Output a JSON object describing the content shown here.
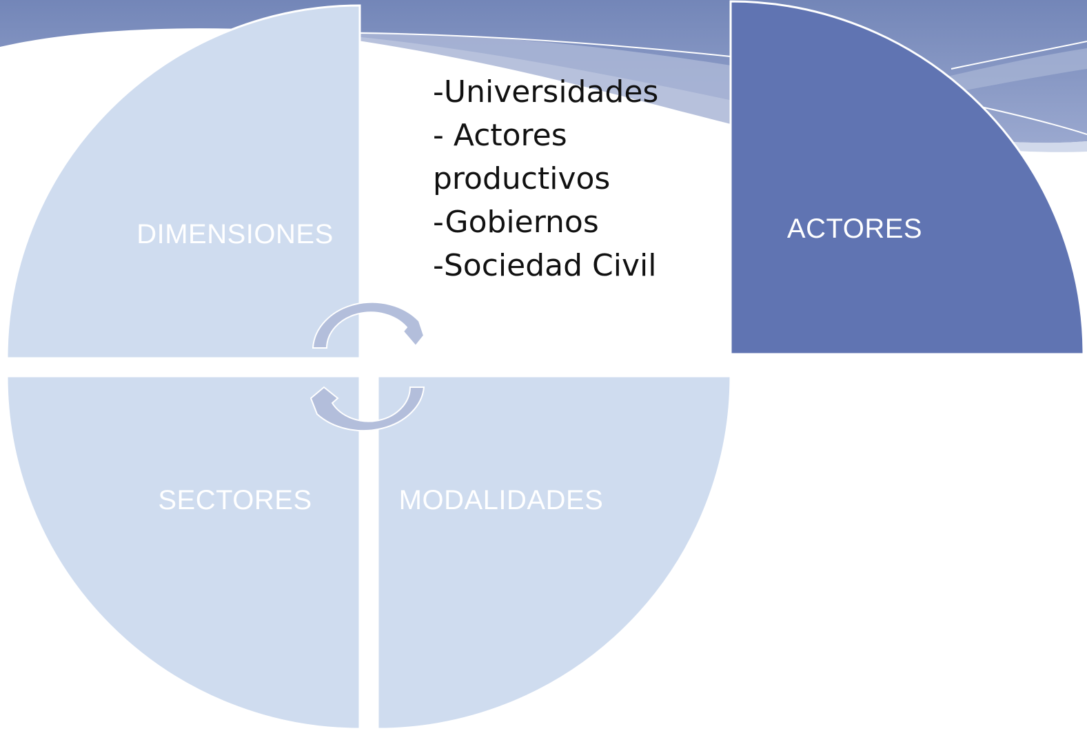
{
  "segments": {
    "dimensiones": "DIMENSIONES",
    "actores": "ACTORES",
    "sectores": "SECTORES",
    "modalidades": "MODALIDADES"
  },
  "actores_detail": {
    "items": [
      "-Universidades",
      "- Actores",
      "productivos",
      "-Gobiernos",
      "-Sociedad Civil"
    ]
  },
  "colors": {
    "segment_light": "#cfdcef",
    "segment_active": "#6074b2",
    "header_band": "#7b8cbb",
    "cycle_arrow": "#b3bedb"
  },
  "icons": {
    "cycle": "circular-arrows-icon"
  }
}
